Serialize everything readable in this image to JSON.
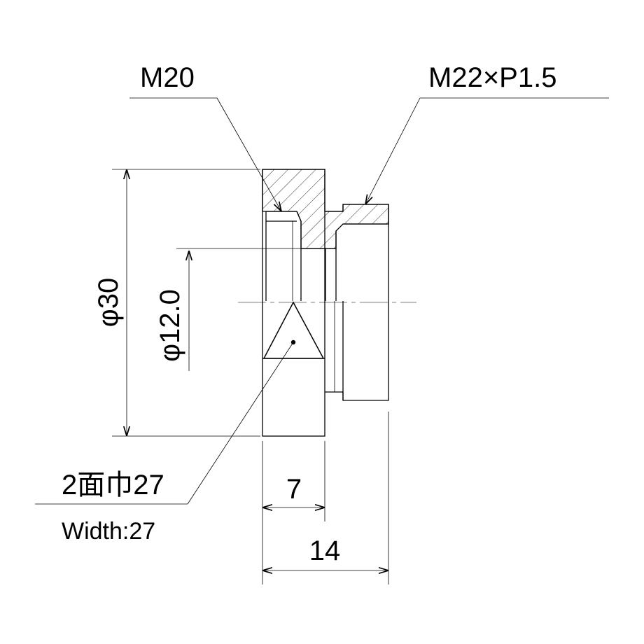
{
  "labels": {
    "m20": "M20",
    "m22": "M22×P1.5",
    "dia30": "φ30",
    "dia12": "φ12.0",
    "width_jp": "2面巾27",
    "width_en": "Width:27",
    "dim7": "7",
    "dim14": "14"
  }
}
